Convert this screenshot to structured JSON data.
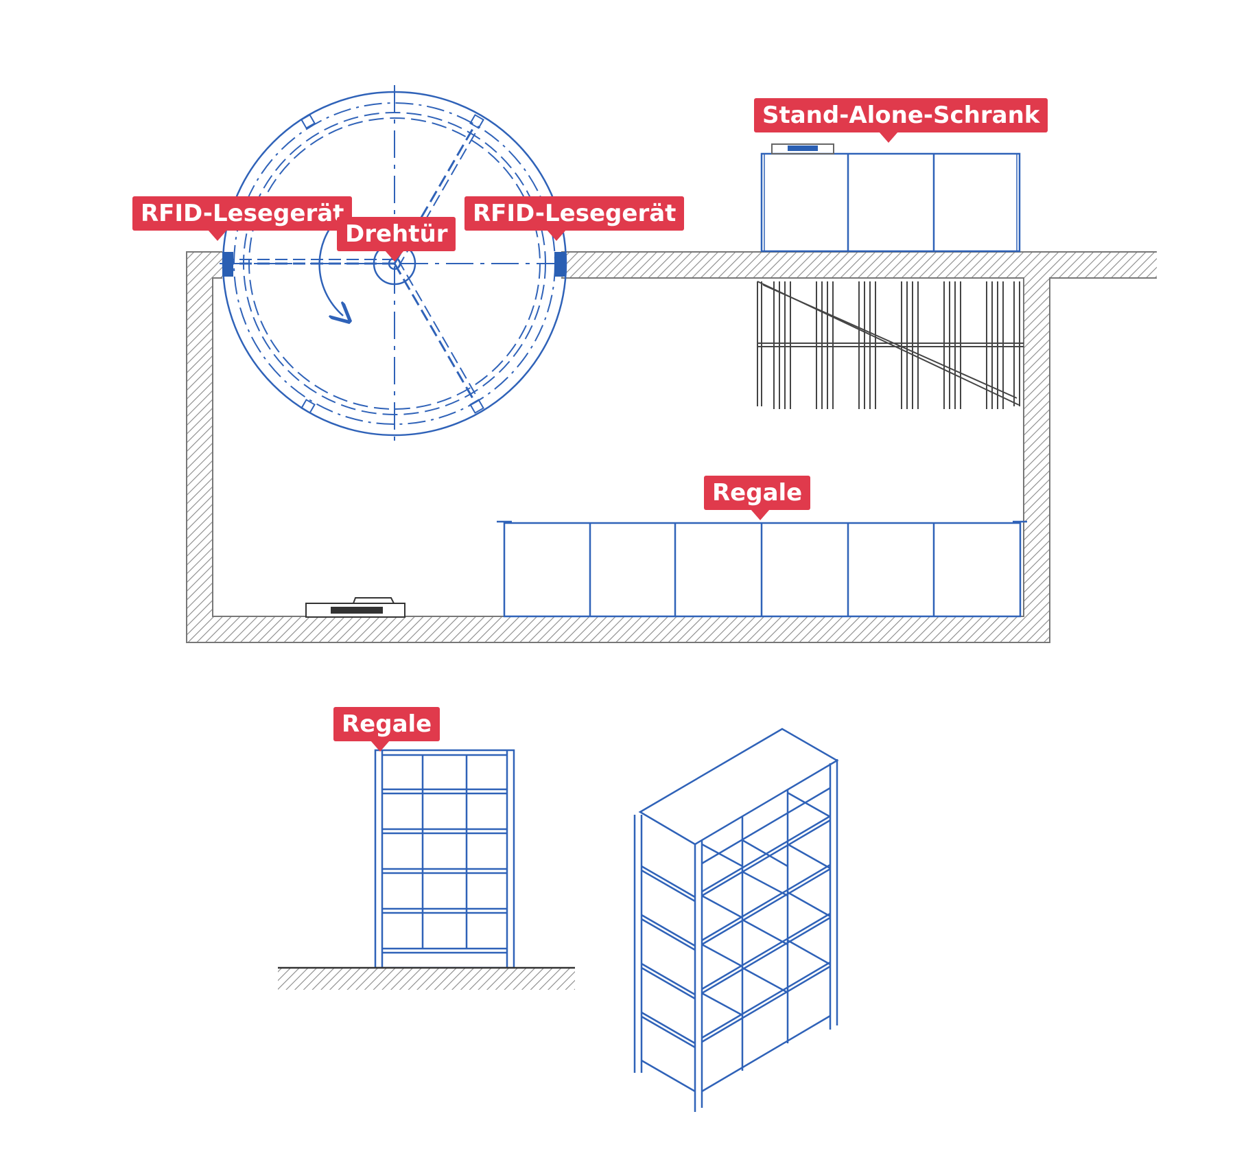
{
  "labels": {
    "rfid_left": "RFID-Lesegerät",
    "drehtuer": "Drehtür",
    "rfid_right": "RFID-Lesegerät",
    "stand_alone": "Stand-Alone-Schrank",
    "regale_plan": "Regale",
    "regale_front": "Regale"
  },
  "colors": {
    "label_bg": "#e03a4c",
    "label_text": "#ffffff",
    "drawing_blue": "#2f62b8",
    "wall_gray": "#777777",
    "reader_blue": "#2a5fb3"
  }
}
